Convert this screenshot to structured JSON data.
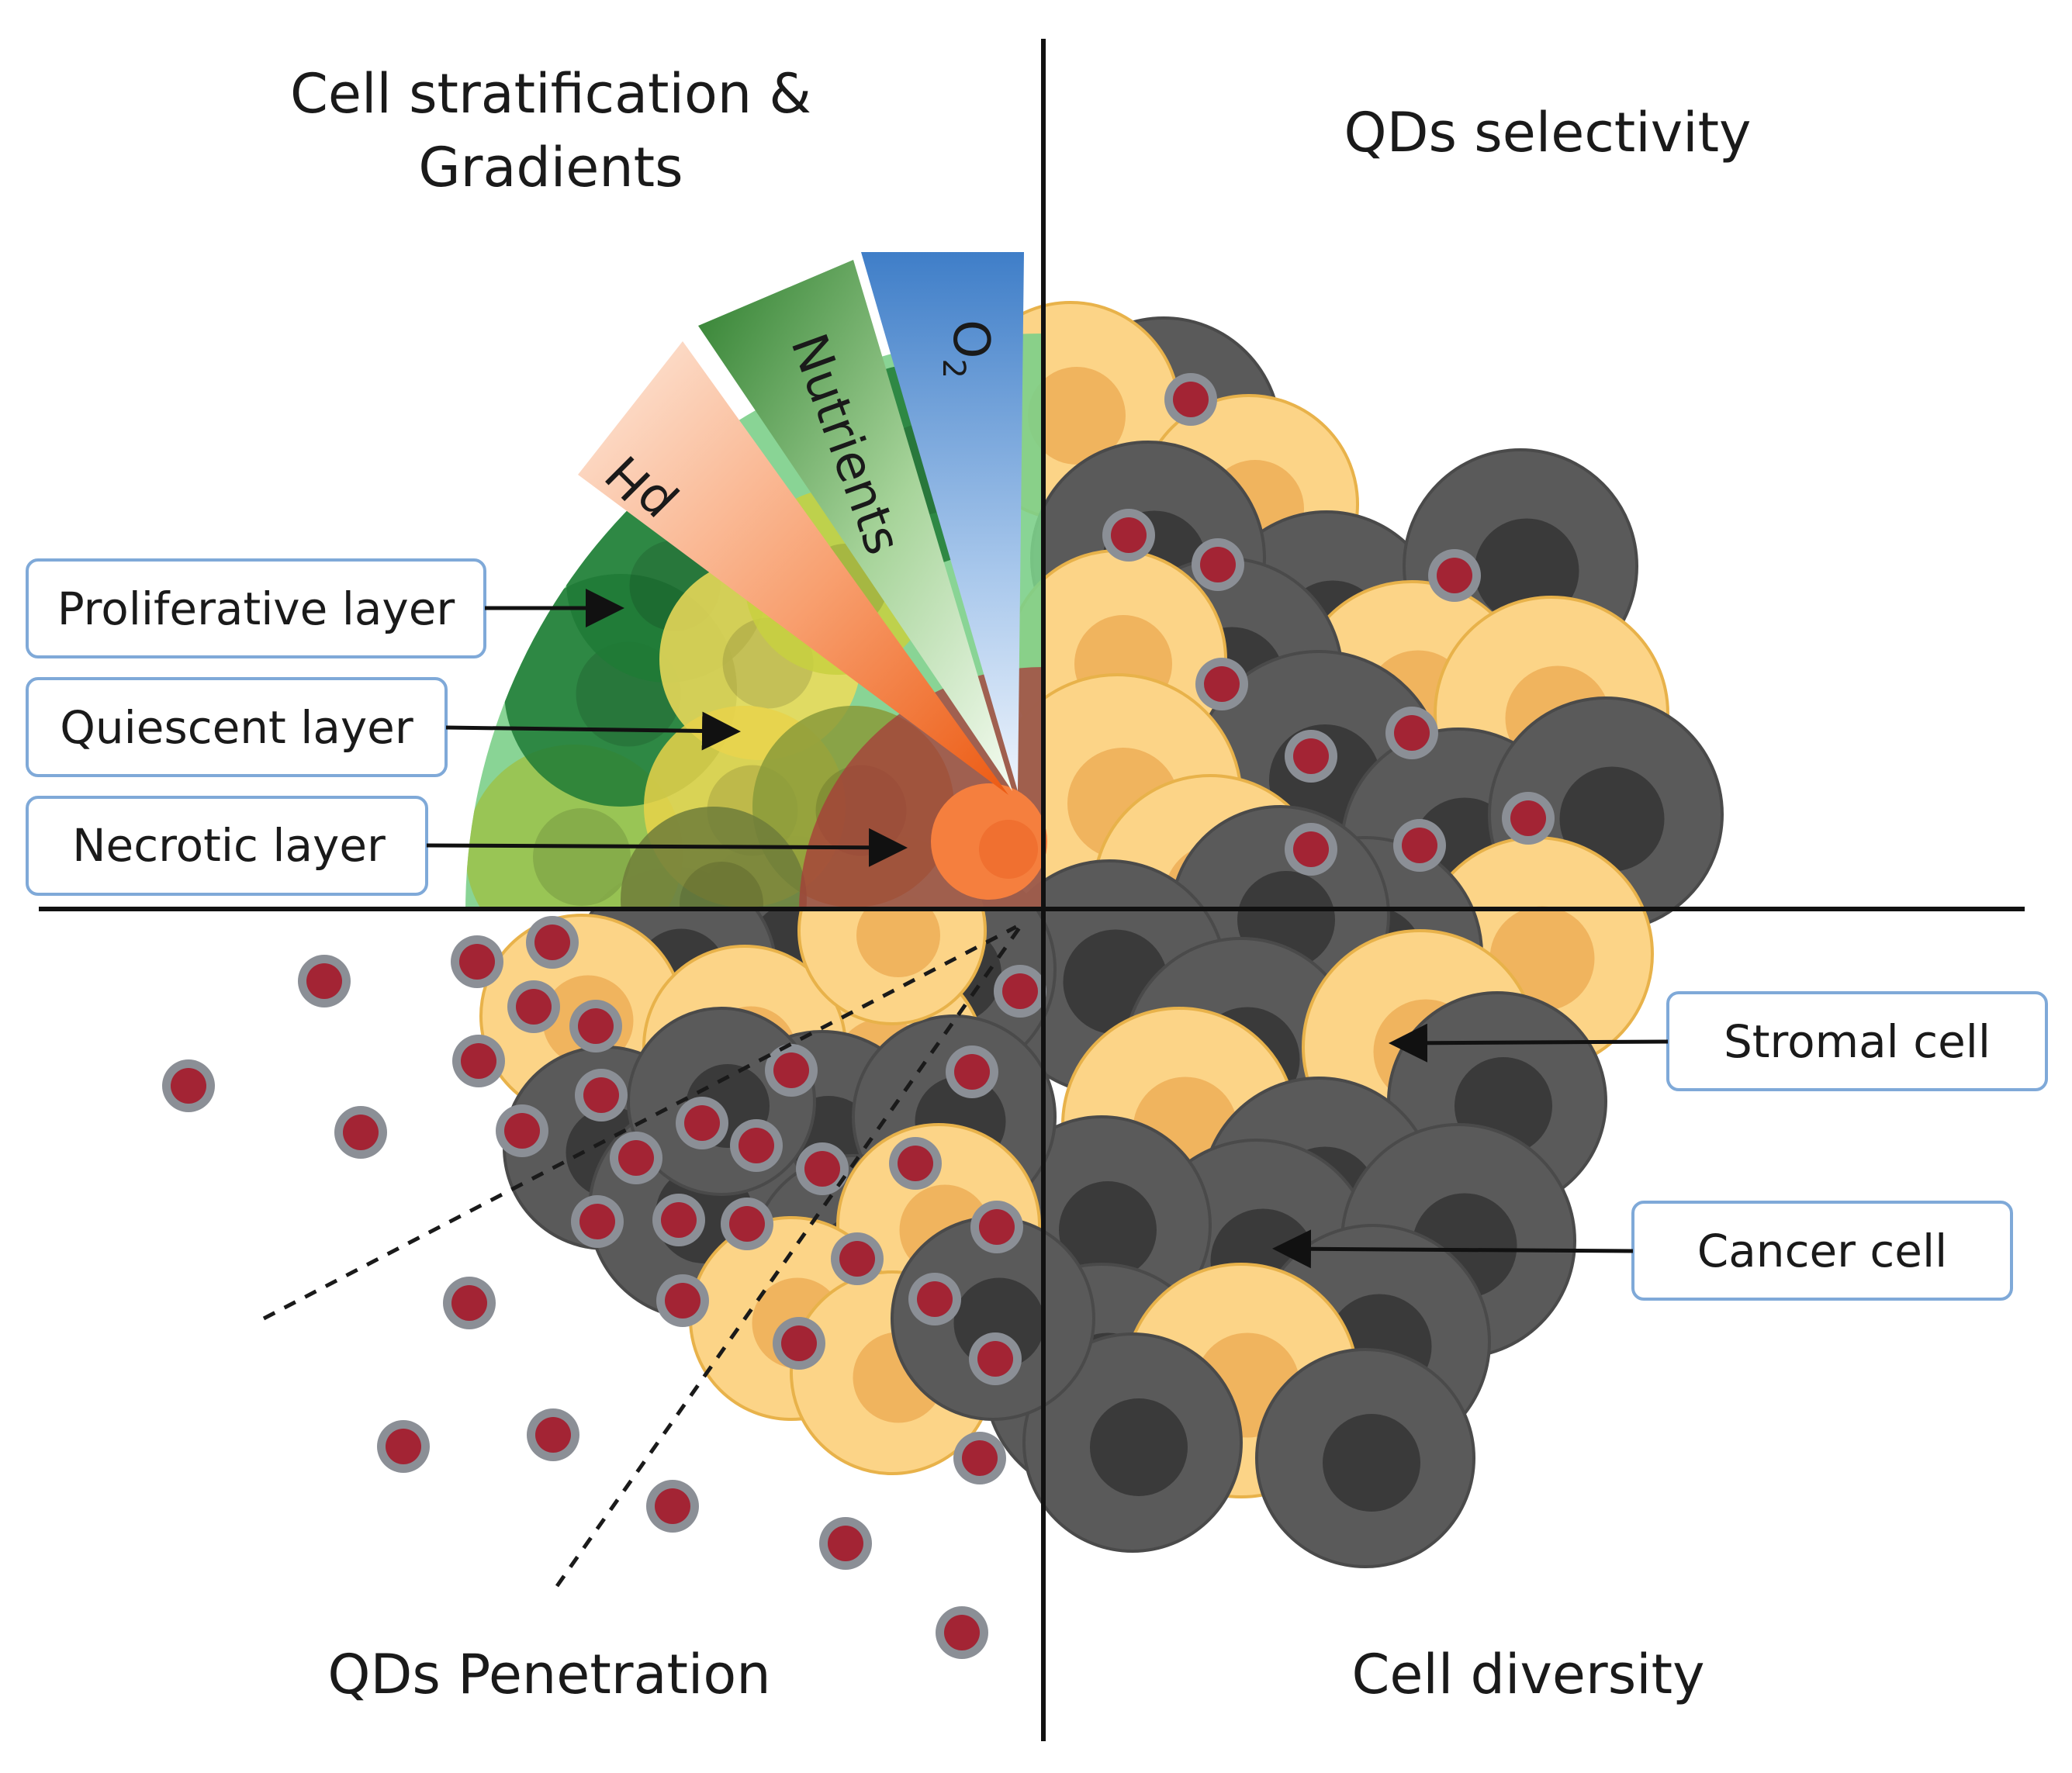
{
  "titles": {
    "top_left_line1": "Cell stratification &",
    "top_left_line2": "Gradients",
    "top_right": "QDs selectivity",
    "bottom_left": "QDs Penetration",
    "bottom_right": "Cell diversity"
  },
  "gradients": {
    "ph": "pH",
    "nutrients": "Nutrients",
    "oxygen": "O",
    "oxygen_subscript": "2"
  },
  "labels": {
    "proliferative": "Proliferative layer",
    "quiescent": "Quiescent layer",
    "necrotic": "Necrotic layer",
    "stromal": "Stromal cell",
    "cancer": "Cancer cell"
  },
  "colors": {
    "cancer_outer": "#5a5a5a",
    "cancer_nucleus": "#3a3a3a",
    "stromal_outer": "#fcd487",
    "stromal_nucleus": "#f0b45e",
    "qd_core": "#a32434",
    "qd_ring": "#8b8f96",
    "proliferative": "#1f7a36",
    "quiescent": "#f0dc5a",
    "necrotic": "#a83a3a",
    "core": "#f57f3e",
    "label_border": "#7fa9d8",
    "ph_wedge": "#f58c55",
    "nutrients_wedge": "#3f8f3f",
    "oxygen_wedge": "#4a86cf"
  }
}
